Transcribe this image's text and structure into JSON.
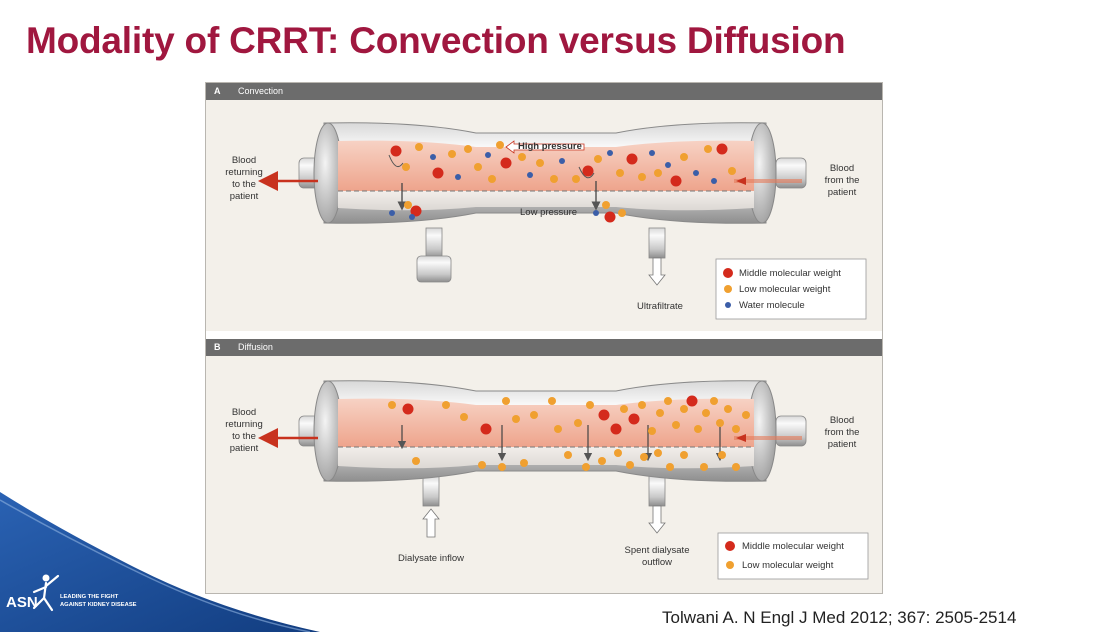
{
  "title": "Modality of CRRT: Convection versus Diffusion",
  "citation": "Tolwani A. N Engl J Med 2012; 367: 2505-2514",
  "colors": {
    "title": "#a0173f",
    "middle_molecule": "#d42a1c",
    "low_molecule": "#f0a030",
    "water_molecule": "#3b5ea8",
    "asn_blue": "#1e4f9a"
  },
  "panels": {
    "a": {
      "letter": "A",
      "name": "Convection",
      "blood_out": [
        "Blood",
        "returning",
        "to the",
        "patient"
      ],
      "blood_in": [
        "Blood",
        "from the",
        "patient"
      ],
      "high_pressure": "High pressure",
      "low_pressure": "Low pressure",
      "port_label": "Ultrafiltrate",
      "legend": [
        "Middle molecular weight",
        "Low molecular weight",
        "Water molecule"
      ]
    },
    "b": {
      "letter": "B",
      "name": "Diffusion",
      "blood_out": [
        "Blood",
        "returning",
        "to the",
        "patient"
      ],
      "blood_in": [
        "Blood",
        "from the",
        "patient"
      ],
      "inflow_label": "Dialysate inflow",
      "outflow_label": [
        "Spent dialysate",
        "outflow"
      ],
      "legend": [
        "Middle molecular weight",
        "Low molecular weight"
      ]
    }
  },
  "asn": {
    "logo": "ASN",
    "tagline": [
      "LEADING THE FIGHT",
      "AGAINST KIDNEY DISEASE"
    ]
  }
}
